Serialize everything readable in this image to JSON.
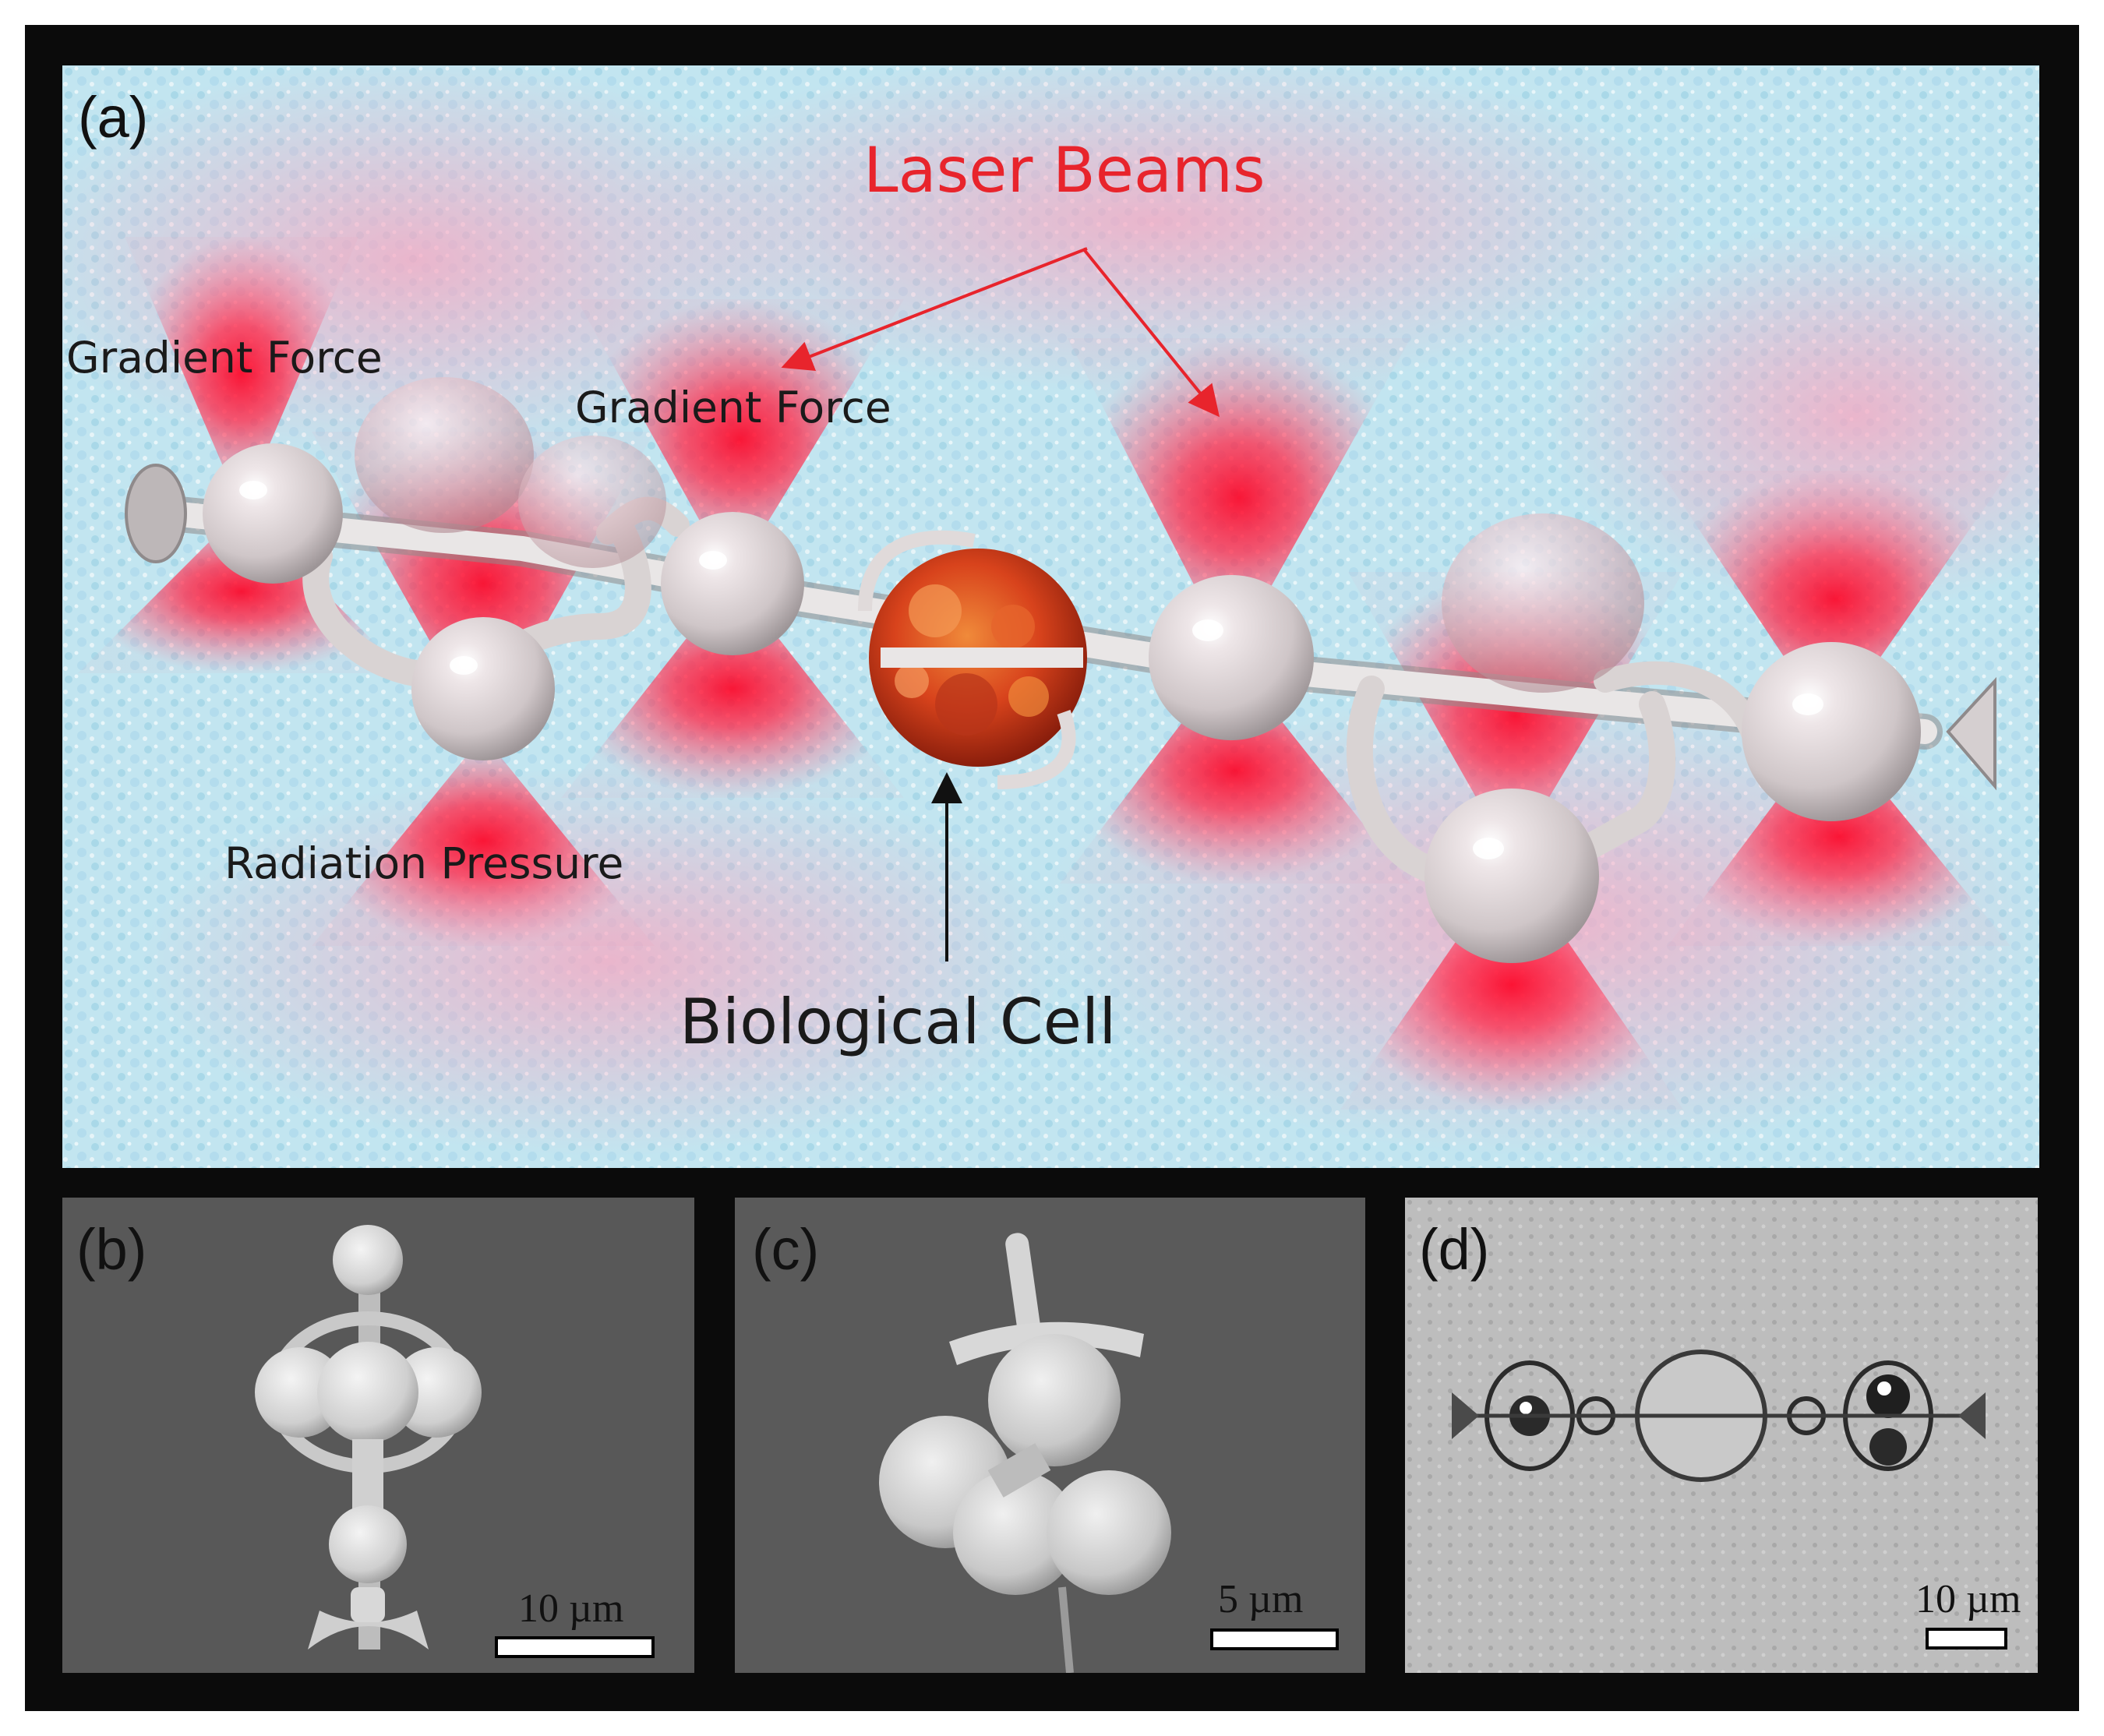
{
  "figure": {
    "panel_a": {
      "label": "(a)",
      "laser_beams_label": "Laser Beams",
      "gradient_force_left": "Gradient Force",
      "gradient_force_center": "Gradient Force",
      "radiation_pressure": "Radiation Pressure",
      "biological_cell": "Biological Cell"
    },
    "panel_b": {
      "label": "(b)",
      "scale_text": "10 µm"
    },
    "panel_c": {
      "label": "(c)",
      "scale_text": "5 µm"
    },
    "panel_d": {
      "label": "(d)",
      "scale_text": "10 µm"
    }
  },
  "colors": {
    "frame": "#0b0b0b",
    "background_blue": "#bfe3ee",
    "laser_red": "#ff1a3a",
    "laser_label_red": "#e8242c",
    "sphere": "#dcd6d6",
    "cell": "#d84a1e",
    "sem_gray": "#5a5a5a",
    "optical_gray": "#bdbdbd"
  }
}
